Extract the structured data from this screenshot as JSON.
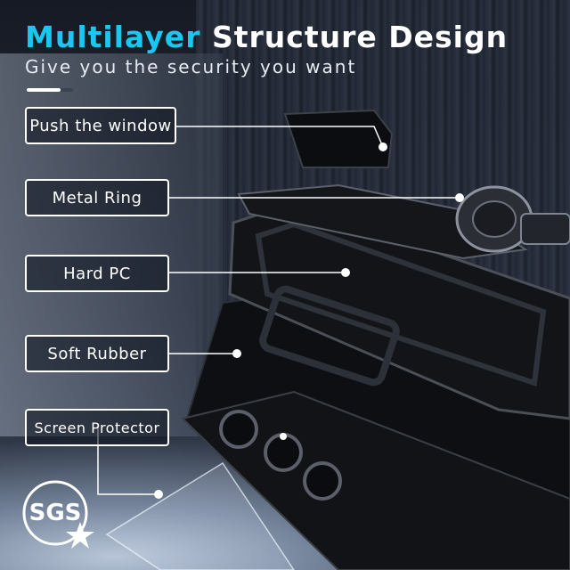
{
  "header": {
    "title_accent": "Multilayer",
    "title_rest": "Structure Design",
    "subtitle": "Give you the security you want",
    "accent_color": "#19c7f0"
  },
  "layers": [
    {
      "label": "Push the window"
    },
    {
      "label": "Metal Ring"
    },
    {
      "label": "Hard PC"
    },
    {
      "label": "Soft Rubber"
    },
    {
      "label": "Screen Protector"
    }
  ],
  "badge": {
    "text": "SGS",
    "icon": "star-icon"
  }
}
